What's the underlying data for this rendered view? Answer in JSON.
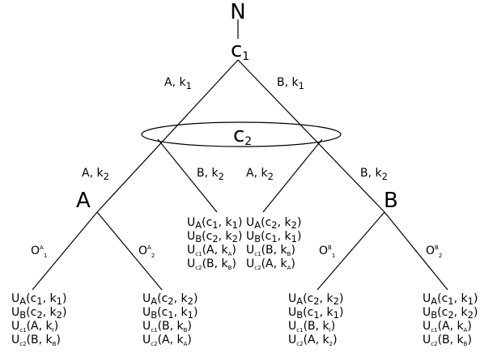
{
  "nodes": {
    "nature": "N",
    "c1": {
      "base": "c",
      "sub": "1"
    },
    "c2": {
      "base": "c",
      "sub": "2"
    },
    "A": "A",
    "B": "B"
  },
  "edges": {
    "top_left": {
      "player": "A",
      "k": "k",
      "ksub": "1"
    },
    "top_right": {
      "player": "B",
      "k": "k",
      "ksub": "1"
    },
    "ll": {
      "player": "A",
      "k": "k",
      "ksub": "2"
    },
    "lr": {
      "player": "B",
      "k": "k",
      "ksub": "2"
    },
    "rl": {
      "player": "A",
      "k": "k",
      "ksub": "2"
    },
    "rr": {
      "player": "B",
      "k": "k",
      "ksub": "2"
    }
  },
  "outcomes": {
    "o_a1": {
      "base": "O",
      "sup": "A",
      "sub": "1"
    },
    "o_a2": {
      "base": "O",
      "sup": "A",
      "sub": "2"
    },
    "o_b1": {
      "base": "O",
      "sup": "B",
      "sub": "1"
    },
    "o_b2": {
      "base": "O",
      "sup": "B",
      "sub": "2"
    }
  },
  "payoffs": {
    "mid_left": [
      {
        "u": "U",
        "s": "A",
        "a": "(c",
        "b": "1",
        "c": ", k",
        "d": "1",
        "e": ")"
      },
      {
        "u": "U",
        "s": "B",
        "a": "(c",
        "b": "2",
        "c": ", k",
        "d": "2",
        "e": ")"
      },
      {
        "u": "U",
        "s": "c1",
        "a": "(A, k",
        "b": "A",
        "c": ")",
        "d": "",
        "e": ""
      },
      {
        "u": "U",
        "s": "c2",
        "a": "(B, k",
        "b": "B",
        "c": ")",
        "d": "",
        "e": ""
      }
    ],
    "mid_right": [
      {
        "u": "U",
        "s": "A",
        "a": "(c",
        "b": "2",
        "c": ", k",
        "d": "2",
        "e": ")"
      },
      {
        "u": "U",
        "s": "B",
        "a": "(c",
        "b": "1",
        "c": ", k",
        "d": "1",
        "e": ")"
      },
      {
        "u": "U",
        "s": "c1",
        "a": "(B, k",
        "b": "B",
        "c": ")",
        "d": "",
        "e": ""
      },
      {
        "u": "U",
        "s": "c2",
        "a": "(A, k",
        "b": "A",
        "c": ")",
        "d": "",
        "e": ""
      }
    ],
    "leaf1": [
      {
        "u": "U",
        "s": "A",
        "a": "(c",
        "b": "1",
        "c": ", k",
        "d": "1",
        "e": ")"
      },
      {
        "u": "U",
        "s": "B",
        "a": "(c",
        "b": "2",
        "c": ", k",
        "d": "2",
        "e": ")"
      },
      {
        "u": "U",
        "s": "c1",
        "a": "(A, k",
        "b": "I",
        "c": ")",
        "d": "",
        "e": ""
      },
      {
        "u": "U",
        "s": "c2",
        "a": "(B, k",
        "b": "B",
        "c": ")",
        "d": "",
        "e": ""
      }
    ],
    "leaf2": [
      {
        "u": "U",
        "s": "A",
        "a": "(c",
        "b": "2",
        "c": ", k",
        "d": "2",
        "e": ")"
      },
      {
        "u": "U",
        "s": "B",
        "a": "(c",
        "b": "1",
        "c": ", k",
        "d": "1",
        "e": ")"
      },
      {
        "u": "U",
        "s": "c1",
        "a": "(B, k",
        "b": "B",
        "c": ")",
        "d": "",
        "e": ""
      },
      {
        "u": "U",
        "s": "c2",
        "a": "(A, k",
        "b": "A",
        "c": ")",
        "d": "",
        "e": ""
      }
    ],
    "leaf3": [
      {
        "u": "U",
        "s": "A",
        "a": "(c",
        "b": "2",
        "c": ", k",
        "d": "2",
        "e": ")"
      },
      {
        "u": "U",
        "s": "B",
        "a": "(c",
        "b": "1",
        "c": ", k",
        "d": "1",
        "e": ")"
      },
      {
        "u": "U",
        "s": "c1",
        "a": "(B, k",
        "b": "I",
        "c": ")",
        "d": "",
        "e": ""
      },
      {
        "u": "U",
        "s": "c2",
        "a": "(A, k",
        "b": "2",
        "c": ")",
        "d": "",
        "e": ""
      }
    ],
    "leaf4": [
      {
        "u": "U",
        "s": "A",
        "a": "(c",
        "b": "1",
        "c": ", k",
        "d": "1",
        "e": ")"
      },
      {
        "u": "U",
        "s": "B",
        "a": "(c",
        "b": "2",
        "c": ", k",
        "d": "2",
        "e": ")"
      },
      {
        "u": "U",
        "s": "c1",
        "a": "(A, k",
        "b": "A",
        "c": ")",
        "d": "",
        "e": ""
      },
      {
        "u": "U",
        "s": "c2",
        "a": "(B, k",
        "b": "B",
        "c": ")",
        "d": "",
        "e": ""
      }
    ]
  }
}
